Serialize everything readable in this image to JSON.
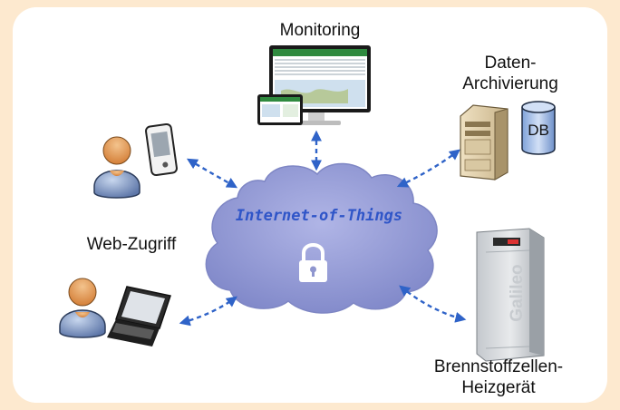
{
  "cloud": {
    "label": "Internet-of-Things"
  },
  "monitoring": {
    "label": "Monitoring"
  },
  "archive": {
    "line1": "Daten-",
    "line2": "Archivierung",
    "db_label": "DB"
  },
  "web": {
    "label": "Web-Zugriff"
  },
  "heater": {
    "line1": "Brennstoffzellen-",
    "line2": "Heizgerät",
    "brand": "Galileo"
  },
  "colors": {
    "background": "#fde9cf",
    "cloud_fill": "#9aa0d8",
    "cloud_text": "#2f55c8",
    "arrow": "#2f63c8"
  }
}
